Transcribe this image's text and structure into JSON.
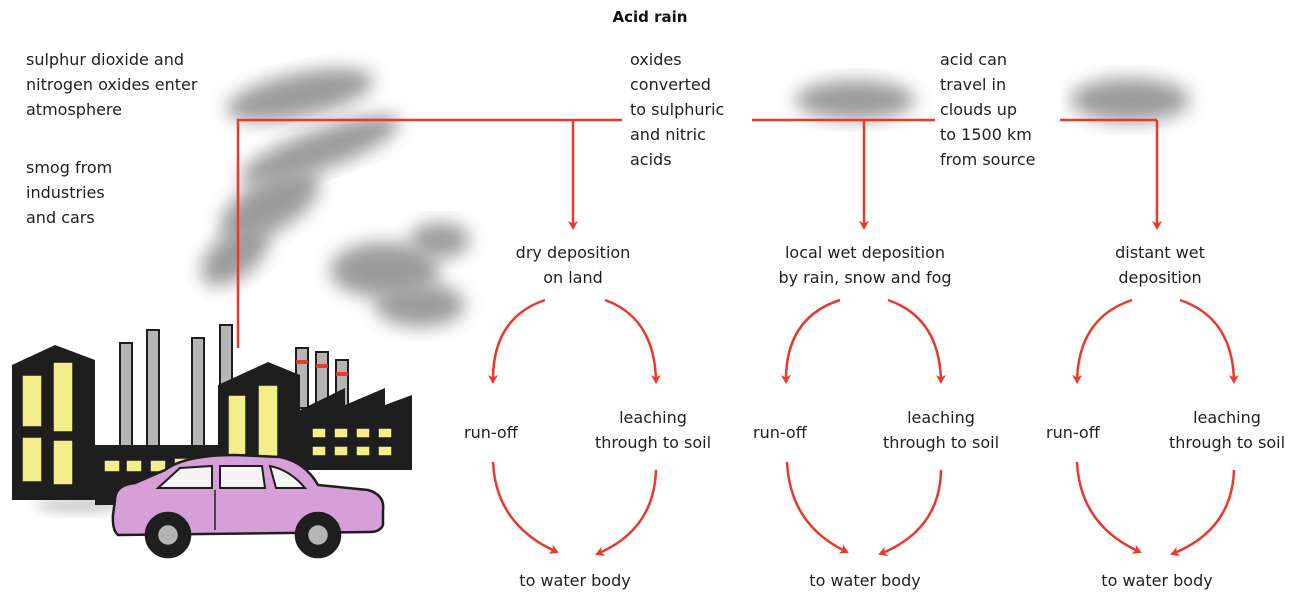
{
  "title": "Acid rain",
  "colors": {
    "arrow": "#e8392c",
    "smoke": "#8a8a8a",
    "building": "#1e1e1e",
    "window": "#f4ee8a",
    "car": "#d79fd8",
    "chimney": "#b5b5b5"
  },
  "left_notes": {
    "emission": "sulphur dioxide and\nnitrogen oxides enter\natmosphere",
    "smog": "smog from\nindustries\nand cars"
  },
  "process_notes": {
    "conversion": "oxides\nconverted\nto sulphuric\nand nitric\nacids",
    "travel": "acid can\ntravel in\nclouds up\nto 1500 km\nfrom source"
  },
  "branches": [
    {
      "deposition": "dry deposition\non land",
      "runoff": "run-off",
      "leaching": "leaching\nthrough to soil",
      "water": "to water body"
    },
    {
      "deposition": "local wet deposition\nby rain, snow and fog",
      "runoff": "run-off",
      "leaching": "leaching\nthrough to soil",
      "water": "to water body"
    },
    {
      "deposition": "distant wet\ndeposition",
      "runoff": "run-off",
      "leaching": "leaching\nthrough to soil",
      "water": "to water body"
    }
  ]
}
